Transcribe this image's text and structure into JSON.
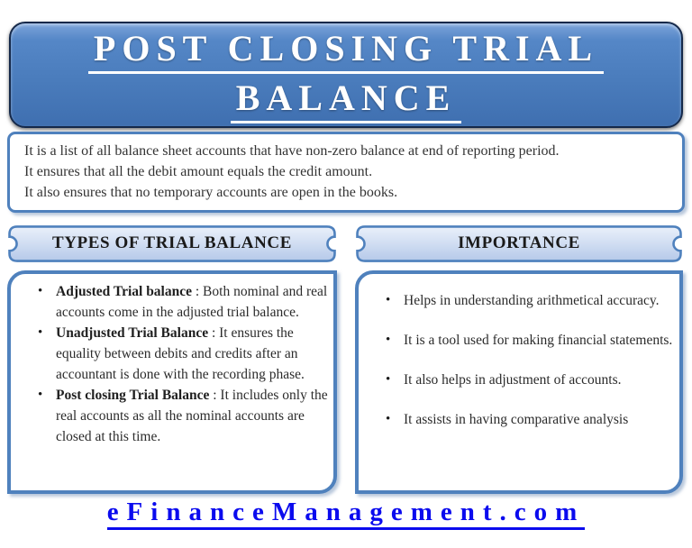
{
  "glyphs": {
    "bullet": "•"
  },
  "colors": {
    "accent_border": "#4F81BD",
    "title_fill_top": "#7CA4DA",
    "title_fill_bottom": "#3F6FB0",
    "title_border": "#15294A",
    "header_fill_top": "#E9EFF9",
    "header_fill_bottom": "#B7CBE9",
    "link_blue": "#0B0BEE",
    "body_text": "#2B2B2B"
  },
  "title_banner": {
    "lines": [
      "POST CLOSING TRIAL",
      "BALANCE"
    ]
  },
  "description_box": {
    "lines": [
      "It is a list of all balance sheet accounts that have non-zero balance at end of reporting period.",
      "It ensures that all the debit amount equals the credit amount.",
      "It also ensures that no temporary accounts are open in the books."
    ]
  },
  "left_panel": {
    "header": "TYPES OF TRIAL BALANCE",
    "items": [
      {
        "term": "Adjusted Trial balance",
        "text": " : Both nominal and real accounts come in the adjusted trial balance."
      },
      {
        "term": "Unadjusted Trial Balance",
        "text": " : It ensures the equality between debits and credits after an accountant is done with the recording phase."
      },
      {
        "term": "Post closing Trial Balance",
        "text": " : It includes only the real accounts as all the nominal accounts are closed at this time."
      }
    ]
  },
  "right_panel": {
    "header": "IMPORTANCE",
    "items": [
      "Helps in understanding arithmetical accuracy.",
      "It is a tool used for making financial statements.",
      "It also helps in adjustment of accounts.",
      "It assists in having comparative analysis"
    ]
  },
  "footer": {
    "link": "eFinanceManagement.com"
  }
}
